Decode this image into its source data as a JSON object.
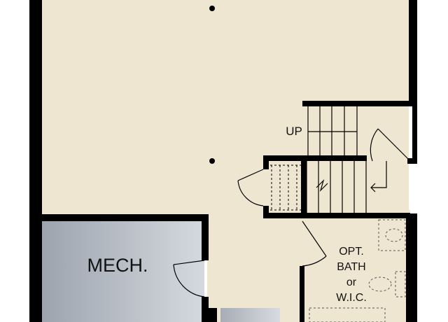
{
  "plan": {
    "labels": {
      "mech": "MECH.",
      "up": "UP",
      "opt_line1": "OPT.",
      "opt_line2": "BATH",
      "opt_line3": "or",
      "opt_line4": "W.I.C."
    },
    "colors": {
      "floor": "#efe6d2",
      "wall": "#000000",
      "mech_fill_light": "#c9ced6",
      "mech_fill_dark": "#9ca3ad",
      "fixture_line": "#555555"
    }
  }
}
